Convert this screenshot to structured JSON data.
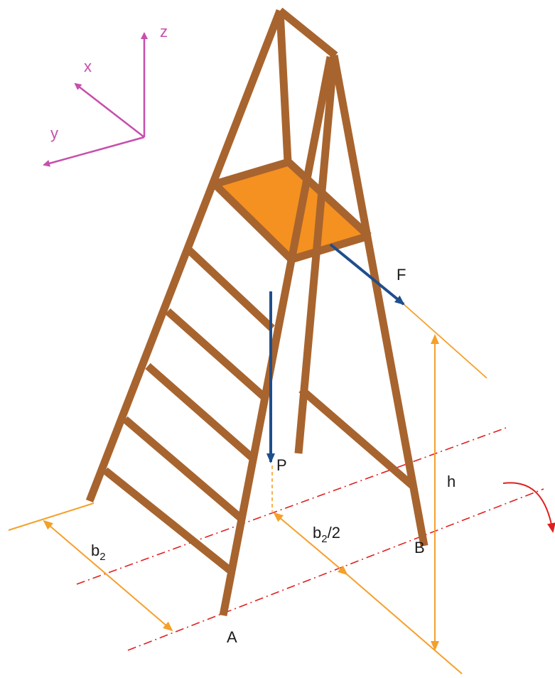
{
  "axes": {
    "x": "x",
    "y": "y",
    "z": "z",
    "color": "#c64fad"
  },
  "labels": {
    "force": "F",
    "load": "P",
    "height": "h",
    "point_a": "A",
    "point_b": "B",
    "width_base": "b",
    "width_sub": "2",
    "half_width_base": "b",
    "half_width_sub": "2",
    "half_width_suffix": "/2"
  },
  "colors": {
    "wood": "#a8642e",
    "platform": "#f59121",
    "dimension": "#f5a02a",
    "force": "#1f4e8c",
    "axis_line": "#e02020",
    "rotation_arrow": "#e02020"
  }
}
